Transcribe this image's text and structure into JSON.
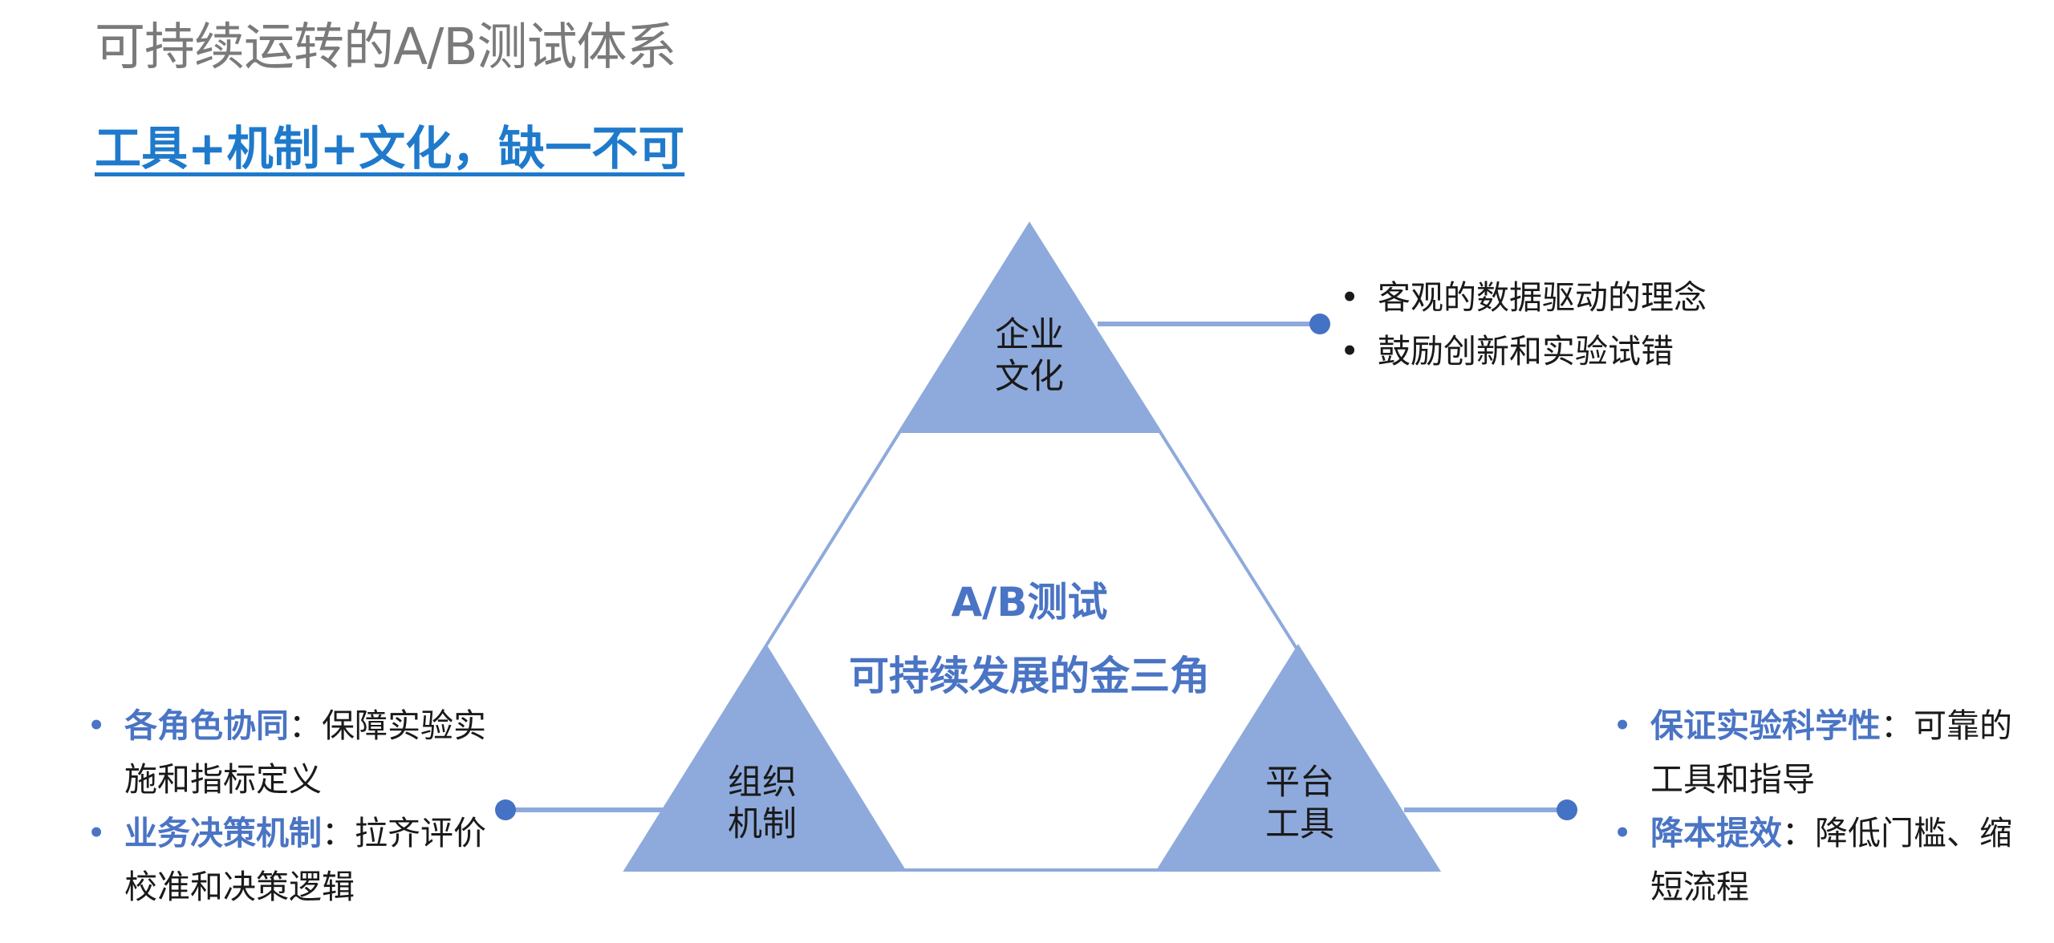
{
  "header": {
    "title": "可持续运转的A/B测试体系",
    "subtitle": "工具+机制+文化，缺一不可"
  },
  "diagram": {
    "center": {
      "line1": "A/B测试",
      "line2": "可持续发展的金三角"
    },
    "corners": {
      "top": {
        "line1": "企业",
        "line2": "文化"
      },
      "left": {
        "line1": "组织",
        "line2": "机制"
      },
      "right": {
        "line1": "平台",
        "line2": "工具"
      }
    }
  },
  "notes": {
    "top": {
      "bullet": "•",
      "items": [
        {
          "text": "客观的数据驱动的理念"
        },
        {
          "text": "鼓励创新和实验试错"
        }
      ]
    },
    "left": {
      "bullet": "•",
      "items": [
        {
          "em": "各角色协同",
          "rest": "：保障实验实施和指标定义"
        },
        {
          "em": "业务决策机制",
          "rest": "：拉齐评价校准和决策逻辑"
        }
      ]
    },
    "right": {
      "bullet": "•",
      "items": [
        {
          "em": "保证实验科学性",
          "rest": "：可靠的工具和指导"
        },
        {
          "em": "降本提效",
          "rest": "：降低门槛、缩短流程"
        }
      ]
    }
  },
  "colors": {
    "triangle_fill": "#8eaadc",
    "outline": "#8eaadc",
    "connector": "#8eaadc",
    "dot": "#4472c4",
    "accent_text": "#4a74c4",
    "subtitle": "#1f7acb",
    "title": "#7a7a7a"
  }
}
